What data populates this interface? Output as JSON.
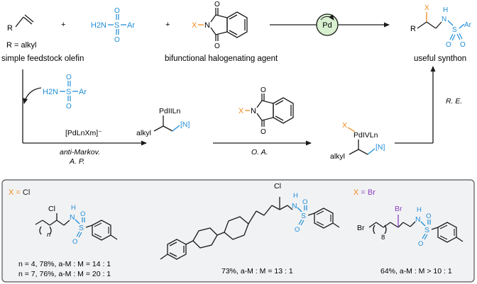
{
  "colors": {
    "bond": "#1a1a1a",
    "nitrogen_blue": "#1f8dd6",
    "sulfur_blue": "#1f8dd6",
    "halogen_orange": "#f08a1c",
    "bromine_purple": "#8a3fc2",
    "pd_circle_fill": "#d8f0d0",
    "panel_fill": "#f1f2f4",
    "panel_border": "#555555"
  },
  "top": {
    "olefin": {
      "r_label": "R",
      "caption": "R = alkyl",
      "name": "simple feedstock olefin"
    },
    "plus": "+",
    "sulfonamide": {
      "h2n": "H2N",
      "s": "S",
      "ar": "Ar",
      "o": "O"
    },
    "nxp": {
      "x": "X",
      "n": "N",
      "o": "O"
    },
    "nxp_caption": "bifunctional halogenating agent",
    "catalyst": "Pd",
    "product": {
      "x": "X",
      "r": "R",
      "n": "N",
      "h": "H",
      "s": "S",
      "ar": "Ar",
      "o": "O"
    },
    "product_caption": "useful synthon"
  },
  "cycle": {
    "complex": "[PdLnXm]⁻",
    "step_ap_1": "anti-Markov.",
    "step_ap_2": "A. P.",
    "intermediate_pd2": "PdIILn",
    "alkyl": "alkyl",
    "n_bracket": "[N]",
    "step_oa": "O. A.",
    "intermediate_pd4": "PdIVLn",
    "step_re": "R. E."
  },
  "examples": {
    "cl_header": {
      "x": "X",
      "eq": " = ",
      "el": "Cl"
    },
    "br_header": {
      "x": "X",
      "eq": " = ",
      "el": "Br"
    },
    "ex1": {
      "cl": "Cl",
      "n_sub": "n",
      "result1": "n = 4, 78%, a-M : M = 14 : 1",
      "result2": "n = 7, 76%, a-M : M = 20 : 1"
    },
    "ex2": {
      "cl": "Cl",
      "result": "73%, a-M : M = 13 : 1"
    },
    "ex3": {
      "br": "Br",
      "br2": "Br",
      "sub": "8",
      "result": "64%, a-M : M > 10 : 1"
    },
    "nh_label": "H",
    "n_label": "N",
    "s_label": "S",
    "o_label": "O"
  }
}
